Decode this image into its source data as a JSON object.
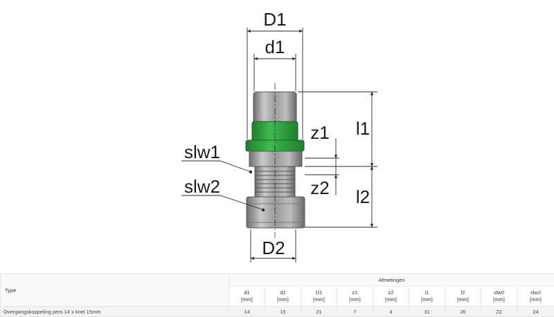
{
  "drawing": {
    "labels": {
      "D1": "D1",
      "d1": "d1",
      "D2": "D2",
      "z1": "z1",
      "z2": "z2",
      "l1": "l1",
      "l2": "l2",
      "slw1": "slw1",
      "slw2": "slw2"
    },
    "colors": {
      "press_ring_green": "#2fa33f",
      "body_metal": "#9a9a9a",
      "dimension_line": "#2a2a2a",
      "centerline": "#333333"
    }
  },
  "table": {
    "type_header": "Type",
    "group_header": "Afmetingen",
    "columns": [
      {
        "name": "d1",
        "unit": "[mm]"
      },
      {
        "name": "d2",
        "unit": "[mm]"
      },
      {
        "name": "D1",
        "unit": "[mm]"
      },
      {
        "name": "z1",
        "unit": "[mm]"
      },
      {
        "name": "z2",
        "unit": "[mm]"
      },
      {
        "name": "l1",
        "unit": "[mm]"
      },
      {
        "name": "l2",
        "unit": "[mm]"
      },
      {
        "name": "slw0",
        "unit": "[mm]"
      },
      {
        "name": "slw2",
        "unit": "[mm]"
      }
    ],
    "rows": [
      {
        "type": "Overgangskoppeling pers 14 x knel 15mm",
        "values": [
          "14",
          "15",
          "21",
          "7",
          "4",
          "31",
          "26",
          "22",
          "24"
        ]
      }
    ]
  }
}
